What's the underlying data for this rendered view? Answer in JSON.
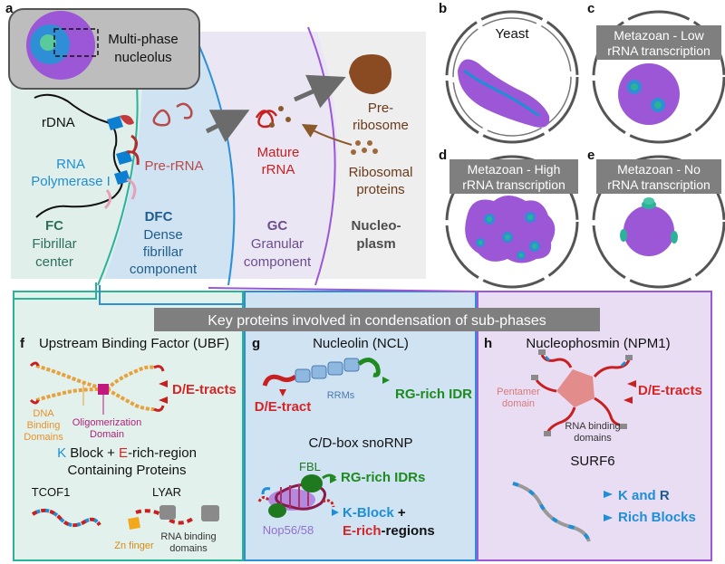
{
  "panels": {
    "a": "a",
    "b": "b",
    "c": "c",
    "d": "d",
    "e": "e",
    "f": "f",
    "g": "g",
    "h": "h"
  },
  "panel_a": {
    "inset_line1": "Multi-phase",
    "inset_line2": "nucleolus",
    "rdna": "rDNA",
    "rnap_line1": "RNA",
    "rnap_line2": "Polymerase I",
    "fc_abbr": "FC",
    "fc_line1": "Fibrillar",
    "fc_line2": "center",
    "prerrna": "Pre-rRNA",
    "dfc_abbr": "DFC",
    "dfc_line1": "Dense",
    "dfc_line2": "fibrillar",
    "dfc_line3": "component",
    "mature_line1": "Mature",
    "mature_line2": "rRNA",
    "gc_abbr": "GC",
    "gc_line1": "Granular",
    "gc_line2": "component",
    "preribo_line1": "Pre-",
    "preribo_line2": "ribosome",
    "ribprot_line1": "Ribosomal",
    "ribprot_line2": "proteins",
    "nucleo_line1": "Nucleo-",
    "nucleo_line2": "plasm"
  },
  "panel_b": {
    "title": "Yeast"
  },
  "panel_c": {
    "title_line1": "Metazoan - Low",
    "title_line2": "rRNA transcription"
  },
  "panel_d": {
    "title_line1": "Metazoan - High",
    "title_line2": "rRNA transcription"
  },
  "panel_e": {
    "title_line1": "Metazoan - No",
    "title_line2": "rRNA transcription"
  },
  "banner": "Key proteins involved in condensation of sub-phases",
  "panel_f": {
    "title": "Upstream Binding Factor (UBF)",
    "dna_line1": "DNA",
    "dna_line2": "Binding",
    "dna_line3": "Domains",
    "oligo_line1": "Oligomerization",
    "oligo_line2": "Domain",
    "de_tracts": "D/E-tracts",
    "kblock_k": "K",
    "kblock_mid": " Block + ",
    "kblock_e": "E",
    "kblock_rest": "-rich-region",
    "kblock_line2": "Containing Proteins",
    "tcof1": "TCOF1",
    "lyar": "LYAR",
    "zn": "Zn finger",
    "rnabind_line1": "RNA binding",
    "rnabind_line2": "domains"
  },
  "panel_g": {
    "title": "Nucleolin (NCL)",
    "rrms": "RRMs",
    "de_tract": "D/E-tract",
    "rg_idr": "RG-rich IDR",
    "snorna_title": "C/D-box snoRNP",
    "fbl": "FBL",
    "rg_idrs": "RG-rich IDRs",
    "kblock": "K-Block",
    "plus": " +",
    "erich_e": "E",
    "erich_rest": "-rich",
    "erich_regions": "-regions",
    "nop": "Nop56/58"
  },
  "panel_h": {
    "title": "Nucleophosmin (NPM1)",
    "pentamer_line1": "Pentamer",
    "pentamer_line2": "domain",
    "de_tracts": "D/E-tracts",
    "rnabind_line1": "RNA binding",
    "rnabind_line2": "domains",
    "surf6": "SURF6",
    "kr_line1_k": "K",
    "kr_line1_mid": " and ",
    "kr_line1_r": "R",
    "kr_line2": "Rich Blocks"
  },
  "colors": {
    "fc": "#e0efea",
    "dfc": "#cfe3f2",
    "gc": "#ebe6f3",
    "nucleoplasm": "#eeeeef",
    "purple": "#9b57d6",
    "blue": "#2f8fd6",
    "teal": "#2bb39a",
    "red": "#d72c2c",
    "green": "#1f8a1f",
    "brown": "#8b4513",
    "banner": "#7f7f7f"
  }
}
